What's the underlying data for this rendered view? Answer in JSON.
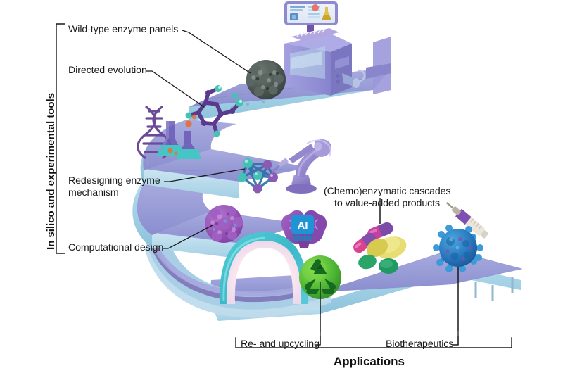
{
  "figure": {
    "title_vertical": "In silico and experimental tools",
    "title_bottom": "Applications",
    "background_color": "#ffffff",
    "line_color": "#1a1a1a"
  },
  "labels": {
    "wild_type": "Wild-type enzyme panels",
    "directed_evolution": "Directed evolution",
    "redesigning_line1": "Redesigning enzyme",
    "redesigning_line2": "mechanism",
    "computational_design": "Computational design",
    "cascades_line1": "(Chemo)enzymatic cascades",
    "cascades_line2": "to value-added products",
    "recycling": "Re- and upcycling",
    "biotherapeutics": "Biotherapeutics"
  },
  "icons": {
    "screen_instrument": "lab-instrument-with-monitor",
    "protein_dark": "dark-protein-structure",
    "molecule_purple": "purple-small-molecule",
    "dna_helix": "dna-double-helix",
    "flasks": "erlenmeyer-flasks",
    "network": "molecular-network-graph",
    "robot_arm": "robotic-arm",
    "protein_purple": "purple-protein-blob",
    "ai_brain": "ai-brain-chip",
    "tunnel": "iridescent-tunnel-arch",
    "recycle": "green-recycling-symbol",
    "pills": "pharmaceutical-pills",
    "virus": "virus-particle-with-syringe",
    "conveyor": "winding-conveyor-belt"
  },
  "palette": {
    "belt_top": "#8f93d4",
    "belt_top_light": "#a7abdf",
    "belt_side": "#a9d6e8",
    "belt_side_dark": "#8ec4dc",
    "belt_stripe": "#7b6fb5",
    "belt_pale": "#bcd9ea",
    "instrument_body": "#9a97d8",
    "instrument_dark": "#7e7bc4",
    "monitor_frame": "#8e8ad0",
    "protein_dark": "#4a5350",
    "protein_purple": "#8e4bb0",
    "molecule_purple": "#5b3a8e",
    "teal_node": "#3fb8b0",
    "flask_liquid": "#4cc6c6",
    "flask_glass": "#6a5ab5",
    "tunnel_outer": "#3ec2cc",
    "tunnel_inner": "#f2d8e8",
    "recycle_green": "#4caf3a",
    "recycle_green_dark": "#1d7a28",
    "virus_blue": "#2f7fc4",
    "virus_blue_dark": "#1d5e9e",
    "pill_pink": "#e8458c",
    "pill_purple": "#7a4ca8",
    "pill_yellow": "#e8dc6a",
    "pill_green": "#2fa46b",
    "ai_badge": "#2196d8",
    "brain_purple": "#9650b8",
    "robot_arm": "#8f7fc9",
    "robot_arm_light": "#a79ad8"
  }
}
